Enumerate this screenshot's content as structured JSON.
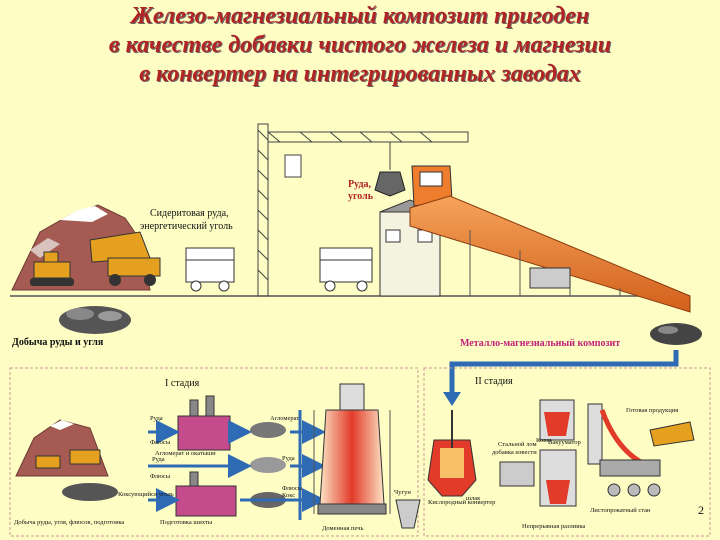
{
  "title": {
    "line1": "Железо-магнезиальный композит пригоден",
    "line2": "в качестве добавки чистого железа и магнезии",
    "line3": "в конвертер на интегрированных заводах"
  },
  "top": {
    "ore_coal": "Руда,",
    "ore_coal2": "уголь",
    "siderite_line1": "Сидеритовая руда,",
    "siderite_line2": "энергетический уголь",
    "mining": "Добыча руды и угля",
    "composite": "Металло-магнезиальный композит"
  },
  "bottom": {
    "stage1": "I стадия",
    "stage2": "II стадия",
    "ore": "Руда",
    "flux": "Флюсы",
    "agglomerate": "Агломерат",
    "sinter_pellets": "Агломерат и окатыши",
    "ore2": "Руда",
    "flux2": "Флюсы",
    "coke": "Кокс",
    "coke_oven": "Коксующийся уголь",
    "ore_prep": "Подготовка шихты",
    "mining_left": "Добыча руды, угля, флюсов, подготовка",
    "blast_furnace": "Доменная печь",
    "pig_iron": "Чугун",
    "scrap": "Стальной лом",
    "lime_additive": "добавка извести",
    "bof": "Кислородный конвертер",
    "ladle": "Ковш",
    "vacuum": "Вакууматор",
    "continuous": "Непрерывная разливка",
    "rolling": "Листопрокатный стан",
    "products": "Готовая продукция",
    "slag": "шлак",
    "flux_label": "Флюсы"
  },
  "page_number": "2",
  "colors": {
    "background": "#fdfdc4",
    "title": "#b12424",
    "composite_label": "#c0227a",
    "conveyor": "#ef7d2e",
    "arrow": "#2f6ab5",
    "mountain": "#a55b52"
  }
}
